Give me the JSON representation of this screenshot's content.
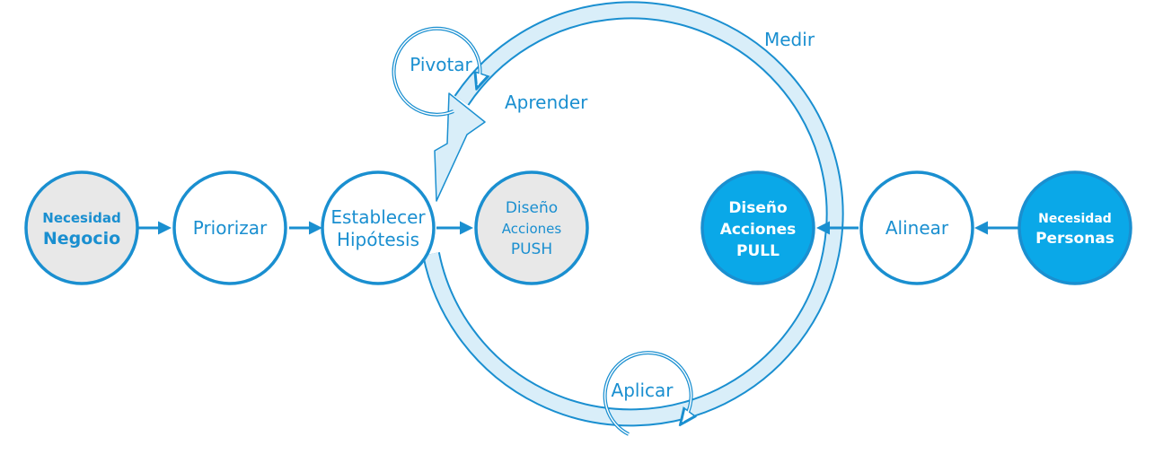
{
  "colors": {
    "primary": "#1a8fd0",
    "accent_fill": "#0aa8e8",
    "gray_fill": "#e8e8e8",
    "loop_fill": "#d9eef9"
  },
  "nodes": {
    "necesidad_negocio": {
      "line1": "Necesidad",
      "line2": "Negocio"
    },
    "priorizar": {
      "label": "Priorizar"
    },
    "establecer_hipotesis": {
      "line1": "Establecer",
      "line2": "Hipótesis"
    },
    "diseno_push": {
      "line1": "Diseño",
      "line2": "Acciones",
      "line3": "PUSH"
    },
    "diseno_pull": {
      "line1": "Diseño",
      "line2": "Acciones",
      "line3": "PULL"
    },
    "alinear": {
      "label": "Alinear"
    },
    "necesidad_personas": {
      "line1": "Necesidad",
      "line2": "Personas"
    }
  },
  "loop": {
    "medir": "Medir",
    "aprender": "Aprender",
    "pivotar": "Pivotar",
    "aplicar": "Aplicar"
  }
}
